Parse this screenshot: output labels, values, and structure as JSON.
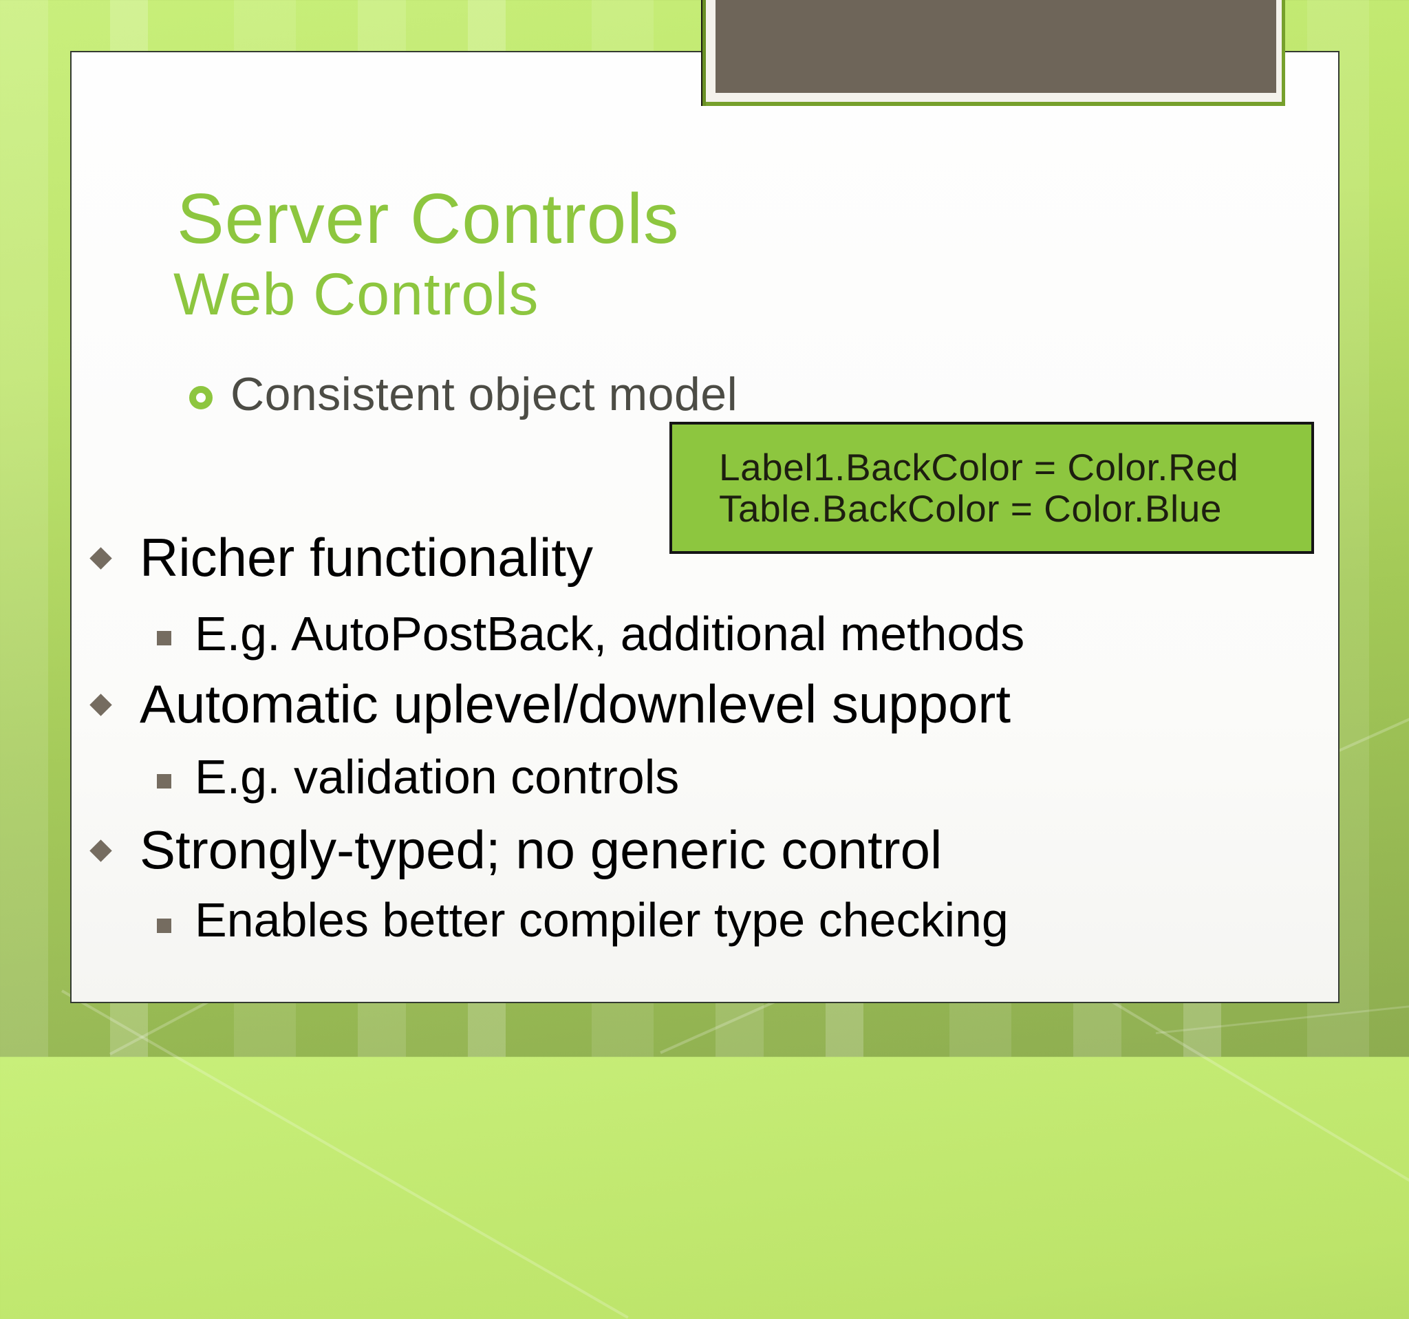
{
  "slide": {
    "title": "Server Controls",
    "subtitle": "Web Controls",
    "heading_bullet": {
      "text": "Consistent object model"
    },
    "code_box": {
      "lines": [
        "Label1.BackColor = Color.Red",
        "Table.BackColor = Color.Blue"
      ]
    },
    "bullets": [
      {
        "level": 1,
        "text": "Richer functionality"
      },
      {
        "level": 2,
        "prefix": "E.g. ",
        "code": "AutoPostBack",
        "suffix": ", additional methods"
      },
      {
        "level": 1,
        "text": "Automatic uplevel/downlevel support"
      },
      {
        "level": 2,
        "text": "E.g. validation controls"
      },
      {
        "level": 1,
        "text": "Strongly-typed; no generic control"
      },
      {
        "level": 2,
        "text": "Enables better compiler type checking"
      }
    ],
    "colors": {
      "accent_green": "#8dc63f",
      "code_box_bg": "#8dc63f",
      "code_box_border": "#151515",
      "heading_text": "#4c4c45",
      "bullet_marker": "#756c60",
      "body_text": "#000000",
      "image_placeholder_fill": "#6e6559",
      "background_top": "#c8ef7a",
      "background_bottom": "#8dac50"
    }
  }
}
